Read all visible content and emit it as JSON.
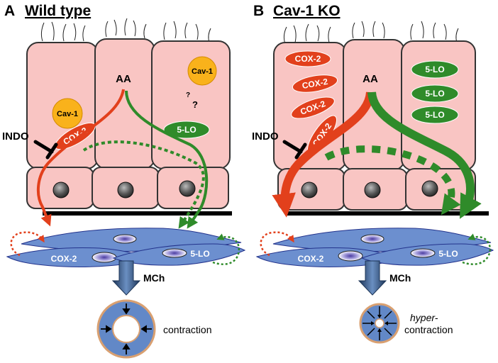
{
  "colors": {
    "epithelium_fill": "#f9c5c3",
    "epithelium_stroke": "#333333",
    "cox_fill": "#e2401c",
    "lo_fill": "#2f8b2a",
    "cav_fill": "#f9b21b",
    "smooth_muscle_fill": "#6c8fcf",
    "airway_ring": "#d9a071",
    "airway_fill": "#6288c7",
    "nucleus": "#444444"
  },
  "panel_a": {
    "letter": "A",
    "title": "Wild type",
    "aa": "AA",
    "indo": "INDO",
    "cav1_left": "Cav-1",
    "cav1_right": "Cav-1",
    "cox2": "COX-2",
    "lo5": "5-LO",
    "q1": "?",
    "q2": "?",
    "sm_cox2": "COX-2",
    "sm_lo5": "5-LO",
    "mch": "MCh",
    "result": "contraction"
  },
  "panel_b": {
    "letter": "B",
    "title": "Cav-1 KO",
    "aa": "AA",
    "indo": "INDO",
    "cox2_items": [
      "COX-2",
      "COX-2",
      "COX-2",
      "COX-2"
    ],
    "lo5_items": [
      "5-LO",
      "5-LO",
      "5-LO"
    ],
    "sm_cox2": "COX-2",
    "sm_lo5": "5-LO",
    "mch": "MCh",
    "result_line1": "hyper-",
    "result_line2": "contraction"
  }
}
